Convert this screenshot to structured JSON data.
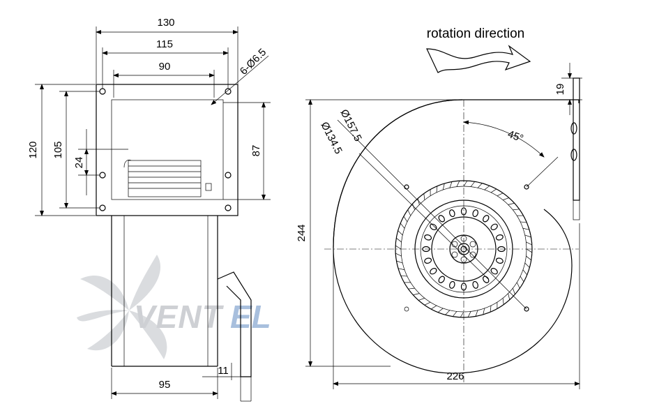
{
  "header": {
    "rotation_label": "rotation direction"
  },
  "dimensions": {
    "front": {
      "width_total": "130",
      "width_holes": "115",
      "width_opening": "90",
      "holes": "6-Ø6.5",
      "height_total": "120",
      "height_holes": "105",
      "offset": "24",
      "opening_height": "87",
      "body_width": "95",
      "flange": "11"
    },
    "side": {
      "height": "244",
      "width": "226",
      "flange_offset": "19",
      "diameter_outer": "Ø157.5",
      "diameter_inner": "Ø134.5",
      "angle": "45°"
    }
  },
  "watermark": {
    "text": "VENTEL"
  },
  "colors": {
    "line": "#000000",
    "watermark_gray": "#c9ccd0",
    "watermark_blue": "#9fb9da"
  }
}
